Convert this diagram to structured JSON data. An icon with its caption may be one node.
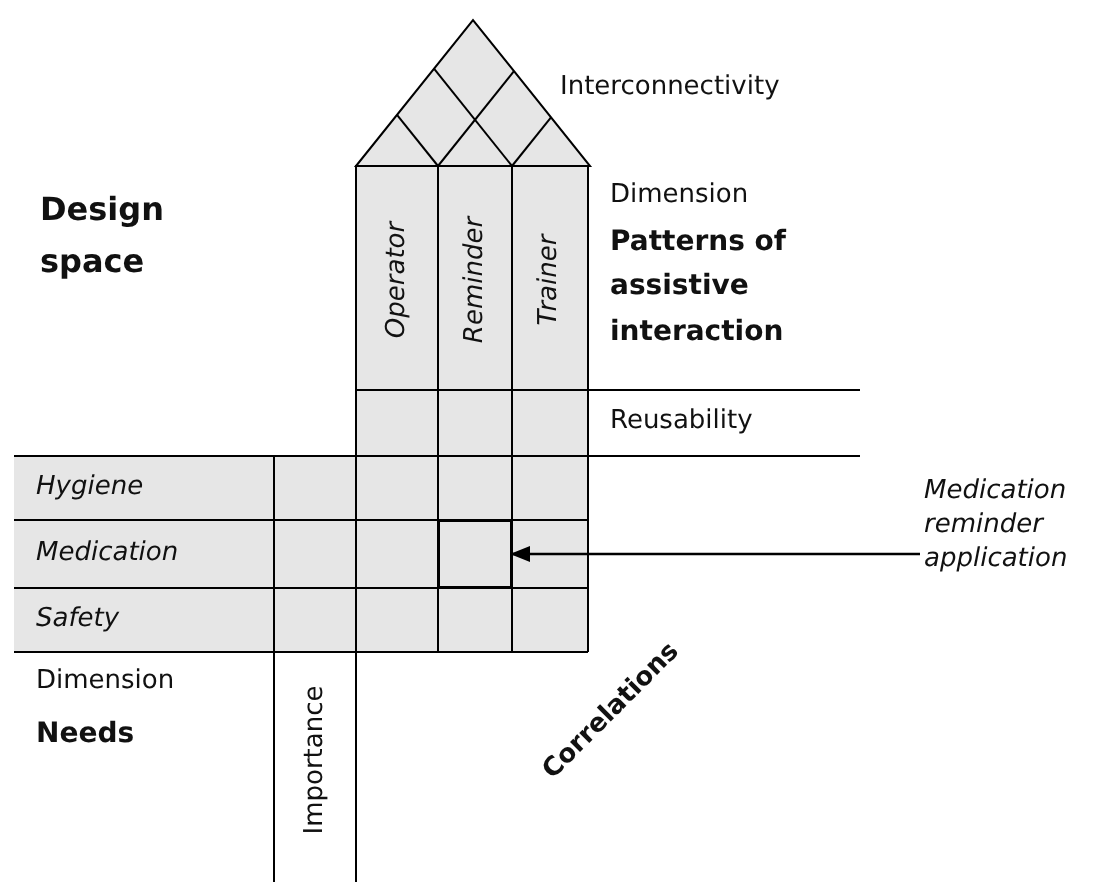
{
  "diagram": {
    "nodes": [
      {
        "text": [
          "Medication reminder application"
        ]
      },
      {
        "text": [],
        "shape": "box"
      }
    ],
    "edges": [
      {
        "from": 0,
        "to": 1,
        "arrow": "to"
      }
    ],
    "labels": [
      "Interconnectivity",
      "Design space",
      "Operator",
      "Reminder",
      "Trainer",
      "Dimension",
      "Patterns of assistive interaction",
      "Reusability",
      "Hygiene",
      "Medication",
      "Safety",
      "Dimension",
      "Needs",
      "Importance",
      "Correlations"
    ]
  }
}
